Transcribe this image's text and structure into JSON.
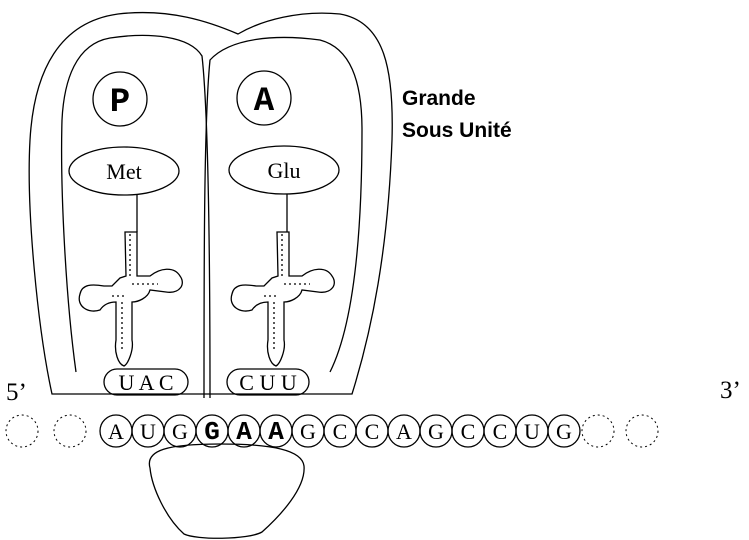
{
  "large_subunit_label": [
    "Grande",
    "Sous Unité"
  ],
  "sites": [
    {
      "letter": "P",
      "amino_acid": "Met",
      "anticodon": "U A C"
    },
    {
      "letter": "A",
      "amino_acid": "Glu",
      "anticodon": "C U U"
    }
  ],
  "mrna": {
    "five_prime": "5’",
    "three_prime": "3’",
    "bases": [
      "A",
      "U",
      "G",
      "G",
      "A",
      "A",
      "G",
      "C",
      "C",
      "A",
      "G",
      "C",
      "C",
      "U",
      "G"
    ],
    "bold_bases": [
      3,
      4,
      5
    ]
  }
}
